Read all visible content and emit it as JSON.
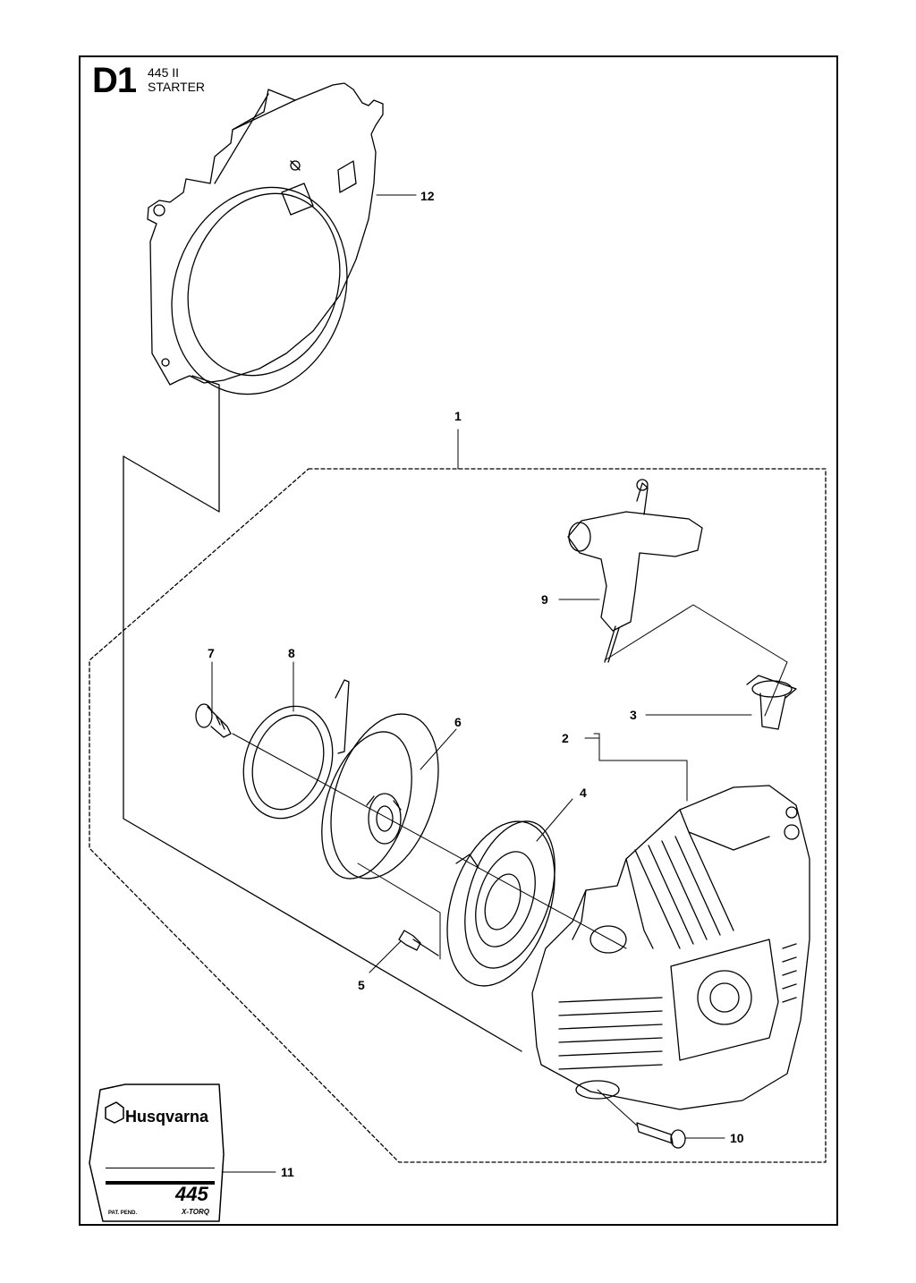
{
  "header": {
    "page_code": "D1",
    "model": "445 II",
    "section": "STARTER"
  },
  "callouts": [
    {
      "id": "1",
      "label": "1"
    },
    {
      "id": "2",
      "label": "2"
    },
    {
      "id": "3",
      "label": "3"
    },
    {
      "id": "4",
      "label": "4"
    },
    {
      "id": "5",
      "label": "5"
    },
    {
      "id": "6",
      "label": "6"
    },
    {
      "id": "7",
      "label": "7"
    },
    {
      "id": "8",
      "label": "8"
    },
    {
      "id": "9",
      "label": "9"
    },
    {
      "id": "10",
      "label": "10"
    },
    {
      "id": "11",
      "label": "11"
    },
    {
      "id": "12",
      "label": "12"
    }
  ],
  "decal": {
    "brand": "Husqvarna",
    "model": "445",
    "patent": "PAT. PEND.",
    "series": "X-TORQ"
  }
}
